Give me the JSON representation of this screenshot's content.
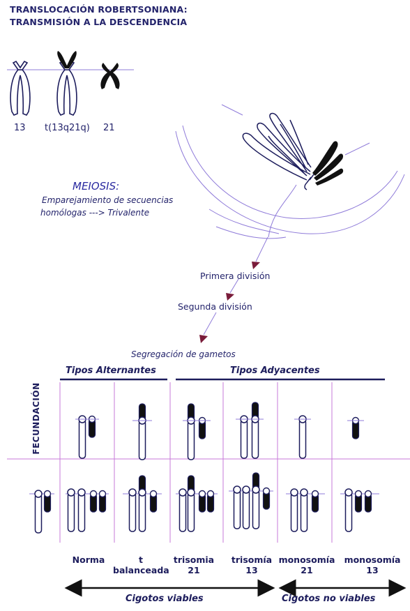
{
  "title": {
    "line1": "TRANSLOCACIÓN ROBERTSONIANA:",
    "line2": "TRANSMISIÓN A LA DESCENDENCIA"
  },
  "chromosomes": {
    "label_13": "13",
    "label_t": "t(13q21q)",
    "label_21": "21"
  },
  "meiosis": {
    "heading": "MEIOSIS:",
    "line1": "Emparejamiento de secuencias",
    "line2": "homólogas   --->  Trivalente"
  },
  "steps": {
    "first": "Primera división",
    "second": "Segunda división",
    "segregation": "Segregación de gametos"
  },
  "table": {
    "fecundacion": "FECUNDACIÓN",
    "alternating": "Tipos Alternantes",
    "adjacent": "Tipos Adyacentes",
    "results": [
      {
        "line1": "Norma",
        "line2": ""
      },
      {
        "line1": "t",
        "line2": "balanceada"
      },
      {
        "line1": "trisomia",
        "line2": "21"
      },
      {
        "line1": "trisomía",
        "line2": "13"
      },
      {
        "line1": "monosomía",
        "line2": "21"
      },
      {
        "line1": "monosomía",
        "line2": "13"
      }
    ]
  },
  "footer": {
    "viable": "Cigotos viables",
    "non_viable": "Cigotos no viables"
  },
  "colors": {
    "ink": "#1c1c5c",
    "grid": "#c77ad9",
    "arrowhead": "#7a1c3a",
    "meiosis_text": "#2a2aa0"
  }
}
